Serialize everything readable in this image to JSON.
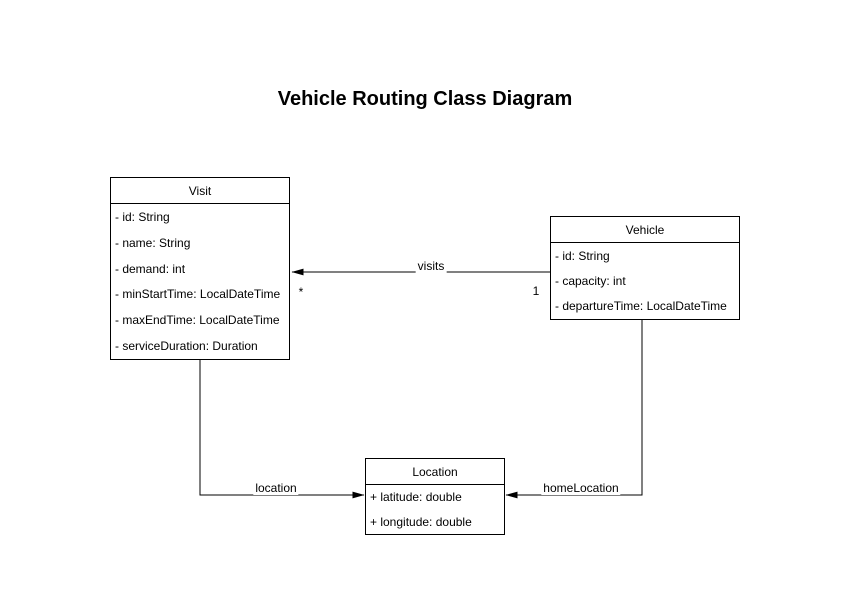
{
  "title": "Vehicle Routing Class Diagram",
  "colors": {
    "stroke": "#000000",
    "fill": "#ffffff",
    "text": "#000000",
    "canvas": "#ffffff"
  },
  "classes": {
    "visit": {
      "name": "Visit",
      "attributes": [
        "- id: String",
        "- name: String",
        "- demand: int",
        "- minStartTime: LocalDateTime",
        "- maxEndTime: LocalDateTime",
        "- serviceDuration: Duration"
      ]
    },
    "vehicle": {
      "name": "Vehicle",
      "attributes": [
        "- id: String",
        "- capacity: int",
        "- departureTime: LocalDateTime"
      ]
    },
    "location": {
      "name": "Location",
      "attributes": [
        "+ latitude: double",
        "+ longitude: double"
      ]
    }
  },
  "relations": {
    "visits": {
      "label": "visits",
      "from": "Vehicle",
      "to": "Visit",
      "from_multiplicity": "1",
      "to_multiplicity": "*"
    },
    "location": {
      "label": "location",
      "from": "Visit",
      "to": "Location"
    },
    "home_location": {
      "label": "homeLocation",
      "from": "Vehicle",
      "to": "Location"
    }
  }
}
